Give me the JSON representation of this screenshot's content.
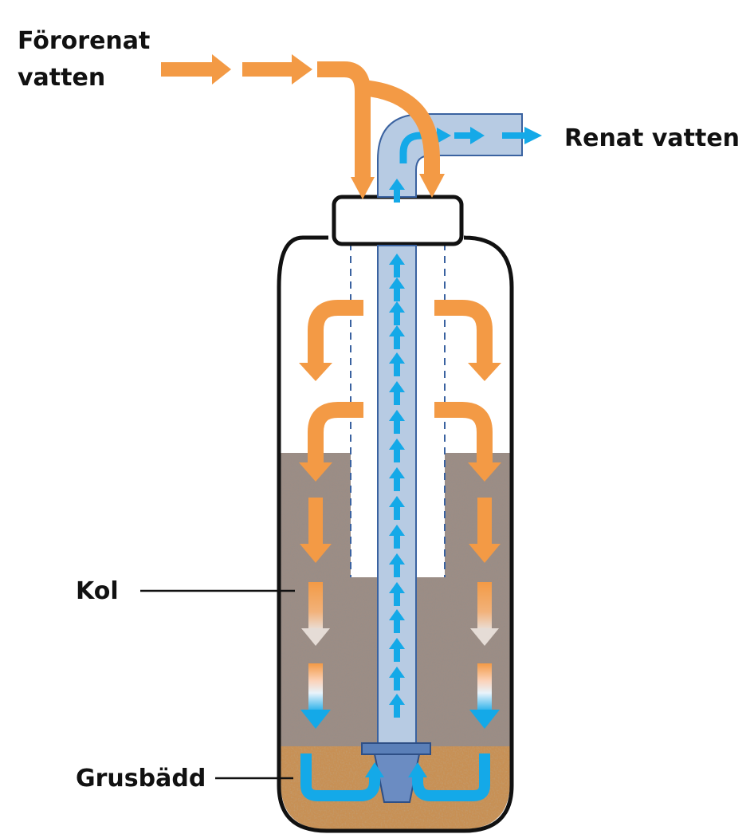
{
  "labels": {
    "input_line1": "Förorenat",
    "input_line2": "vatten",
    "output": "Renat vatten",
    "carbon": "Kol",
    "gravel": "Grusbädd"
  },
  "colors": {
    "dirty_water": "#f39a45",
    "clean_water": "#14a9e8",
    "pipe_fill": "#b7cbe3",
    "pipe_stroke": "#3a62a0",
    "carbon": "#9c8d85",
    "gravel": "#c79055",
    "outline": "#111111"
  }
}
